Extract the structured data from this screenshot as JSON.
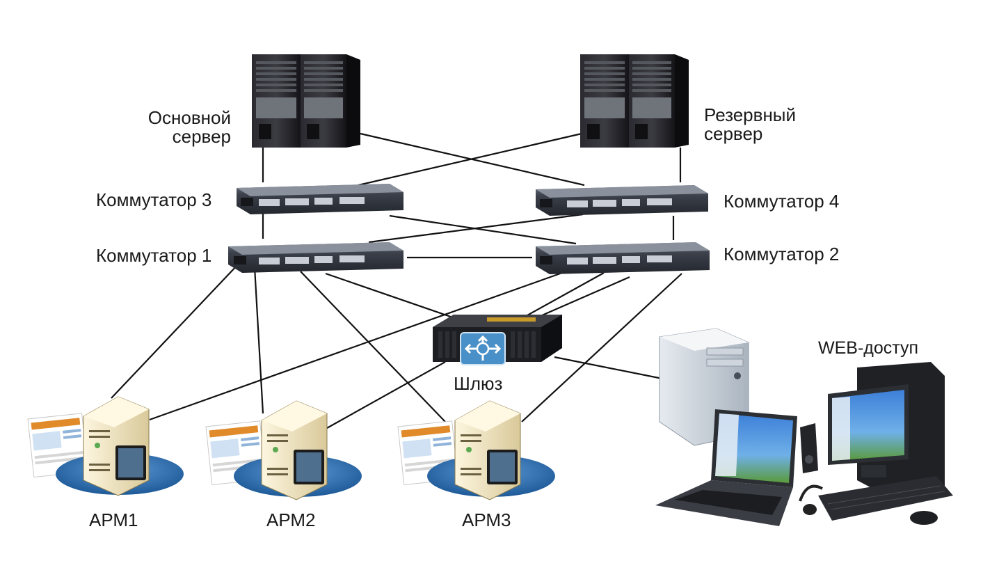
{
  "labels": {
    "main_server_line1": "Основной",
    "main_server_line2": "сервер",
    "backup_server_line1": "Резервный",
    "backup_server_line2": "сервер",
    "switch3": "Коммутатор 3",
    "switch4": "Коммутатор 4",
    "switch1": "Коммутатор 1",
    "switch2": "Коммутатор 2",
    "gateway": "Шлюз",
    "web_access": "WEB-доступ",
    "arm1": "АРМ1",
    "arm2": "АРМ2",
    "arm3": "АРМ3"
  },
  "icons": {
    "servers": "server-rack-icon",
    "switches": "network-switch-icon",
    "gateway": "gateway-router-icon",
    "workstations": "workstation-server-icon",
    "web_clients": "desktop-laptop-icon"
  },
  "colors": {
    "line": "#111111",
    "rack": "#1e1e22",
    "switch_body": "#3a3f4a",
    "gateway_accent": "#4a90c8",
    "workstation_disc": "#2f6fb0",
    "workstation_body": "#f3e9c8"
  }
}
